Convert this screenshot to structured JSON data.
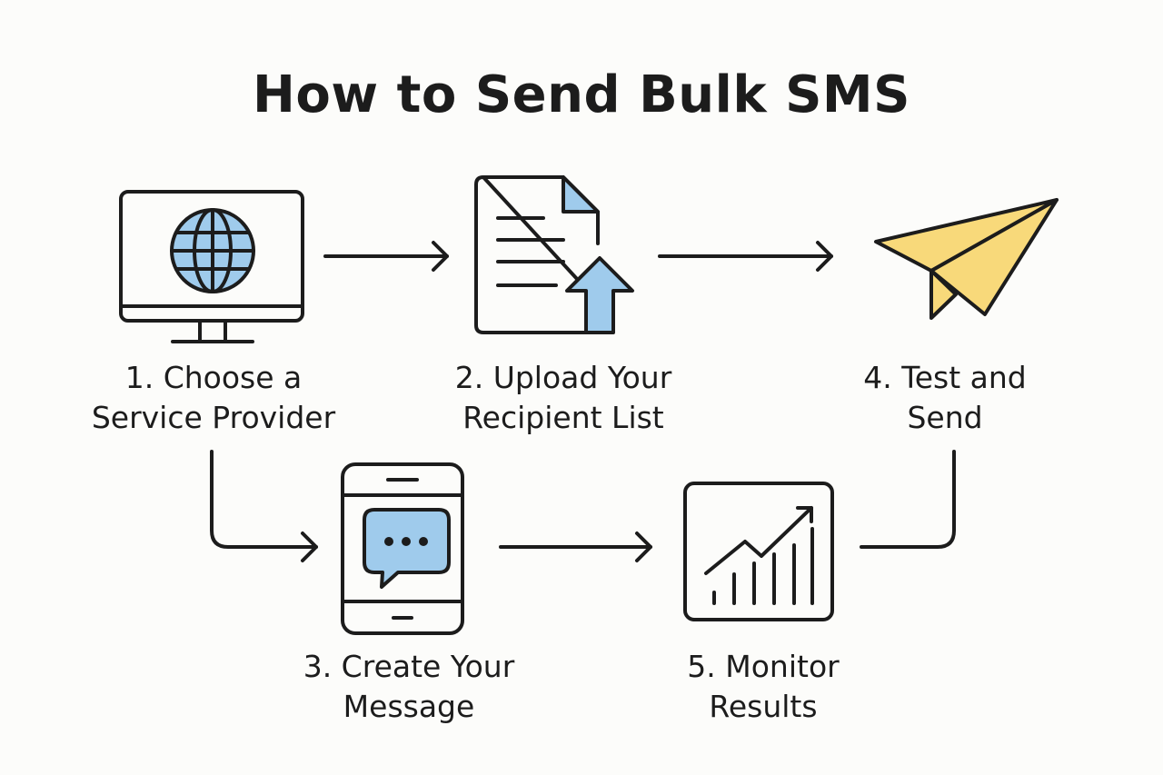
{
  "title": "How to Send Bulk SMS",
  "steps": [
    {
      "line1": "1. Choose a",
      "line2": "Service Provider",
      "icon": "monitor-globe-icon"
    },
    {
      "line1": "2. Upload Your",
      "line2": "Recipient List",
      "icon": "document-upload-icon"
    },
    {
      "line1": "3. Create Your",
      "line2": "Message",
      "icon": "phone-chat-icon"
    },
    {
      "line1": "4. Test and",
      "line2": "Send",
      "icon": "paper-plane-icon"
    },
    {
      "line1": "5. Monitor",
      "line2": "Results",
      "icon": "chart-growth-icon"
    }
  ],
  "colors": {
    "stroke": "#1c1c1c",
    "blue_fill": "#9fcbec",
    "yellow_fill": "#f8d97a",
    "background": "#fcfcfa"
  }
}
